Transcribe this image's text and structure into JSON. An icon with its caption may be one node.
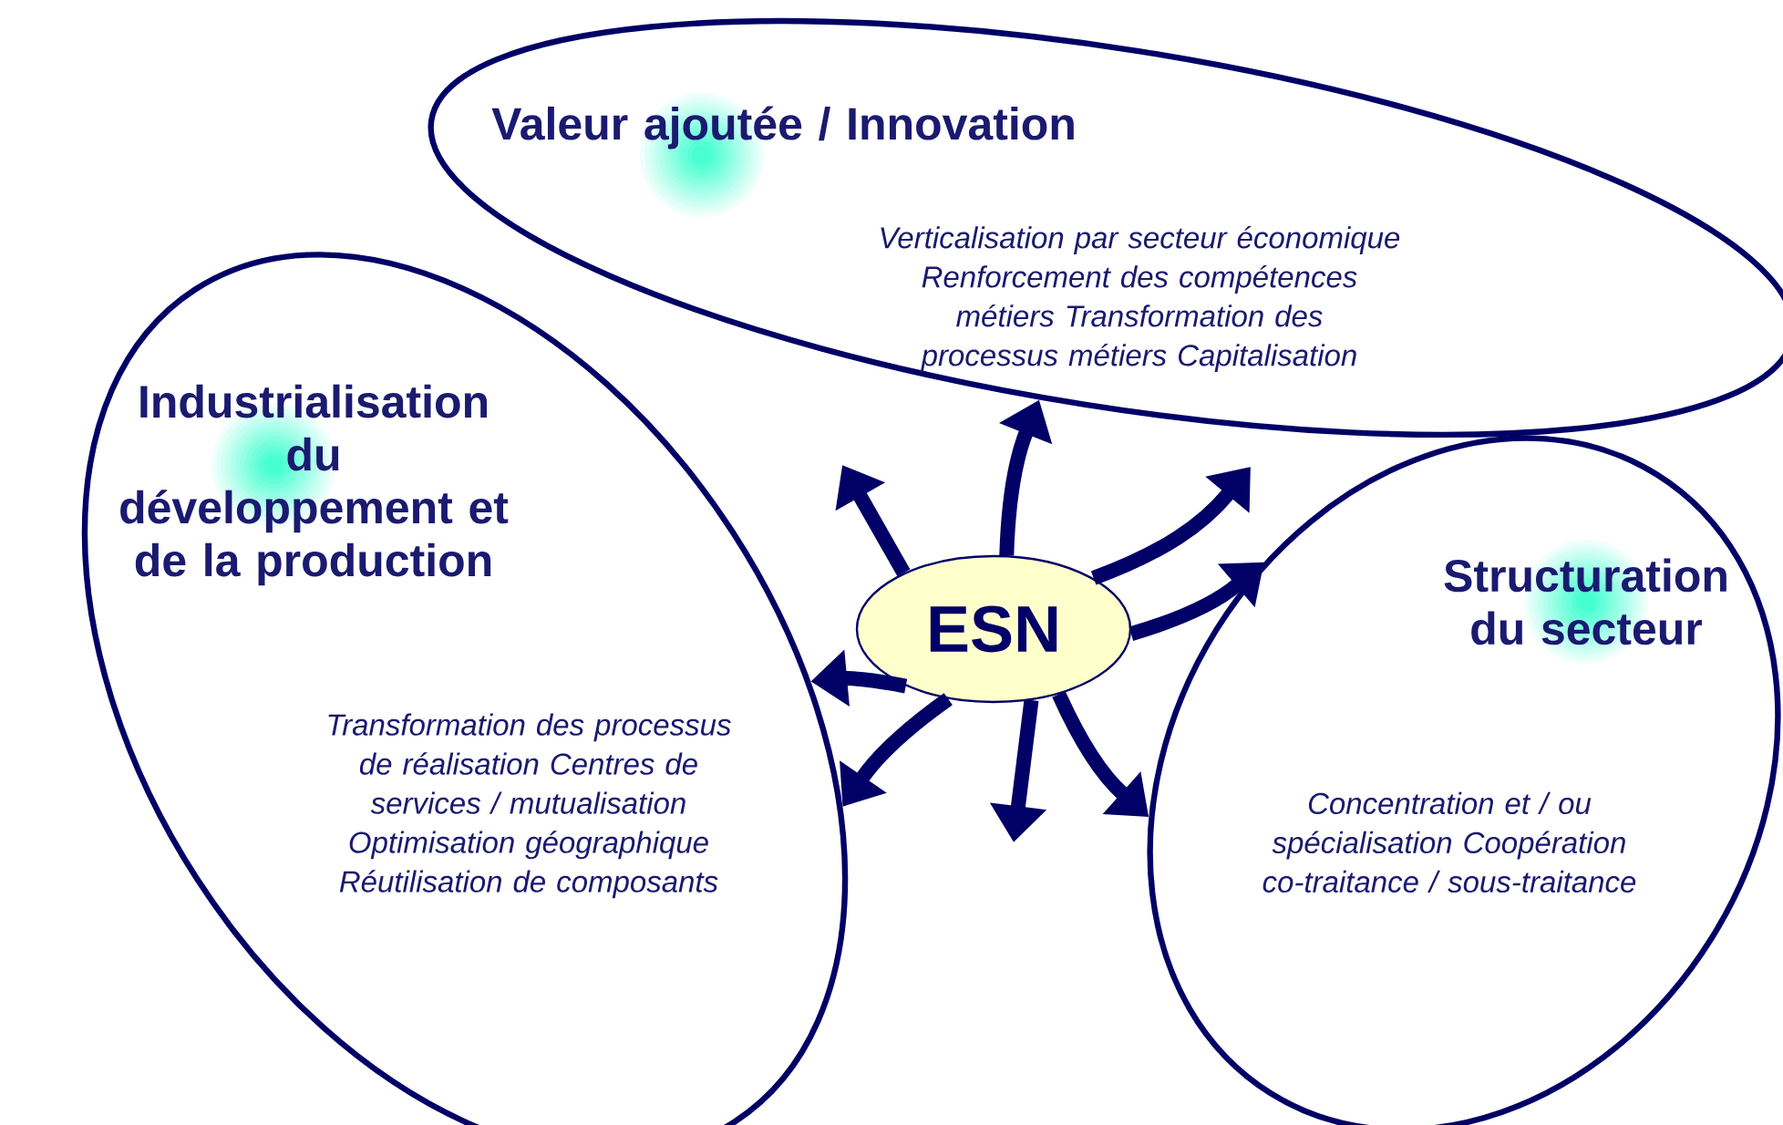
{
  "diagram": {
    "nodes": [
      {
        "text": [
          "Valeur ajoutée / Innovation",
          "Verticalisation par secteur économique Renforcement des compétences métiers Transformation des processus métiers Capitalisation"
        ]
      },
      {
        "text": [
          "Industrialisation du développement et de la production",
          "Transformation des processus de réalisation Centres de services / mutualisation Optimisation géographique Réutilisation de composants"
        ]
      },
      {
        "text": [
          "Structuration du secteur",
          "Concentration et / ou spécialisation Coopération co-traitance / sous-traitance"
        ]
      },
      {
        "text": [
          "ESN"
        ]
      }
    ],
    "edges": [
      {
        "from": 3,
        "to": 0,
        "arrow": "to"
      },
      {
        "from": 3,
        "to": null,
        "arrow": "to"
      },
      {
        "from": 3,
        "to": null,
        "arrow": "to"
      },
      {
        "from": 3,
        "to": 2,
        "arrow": "to"
      },
      {
        "from": 3,
        "to": 1,
        "arrow": "to"
      },
      {
        "from": 3,
        "to": 1,
        "arrow": "to"
      },
      {
        "from": 3,
        "to": null,
        "arrow": "to"
      },
      {
        "from": 3,
        "to": 2,
        "arrow": "to"
      }
    ]
  }
}
